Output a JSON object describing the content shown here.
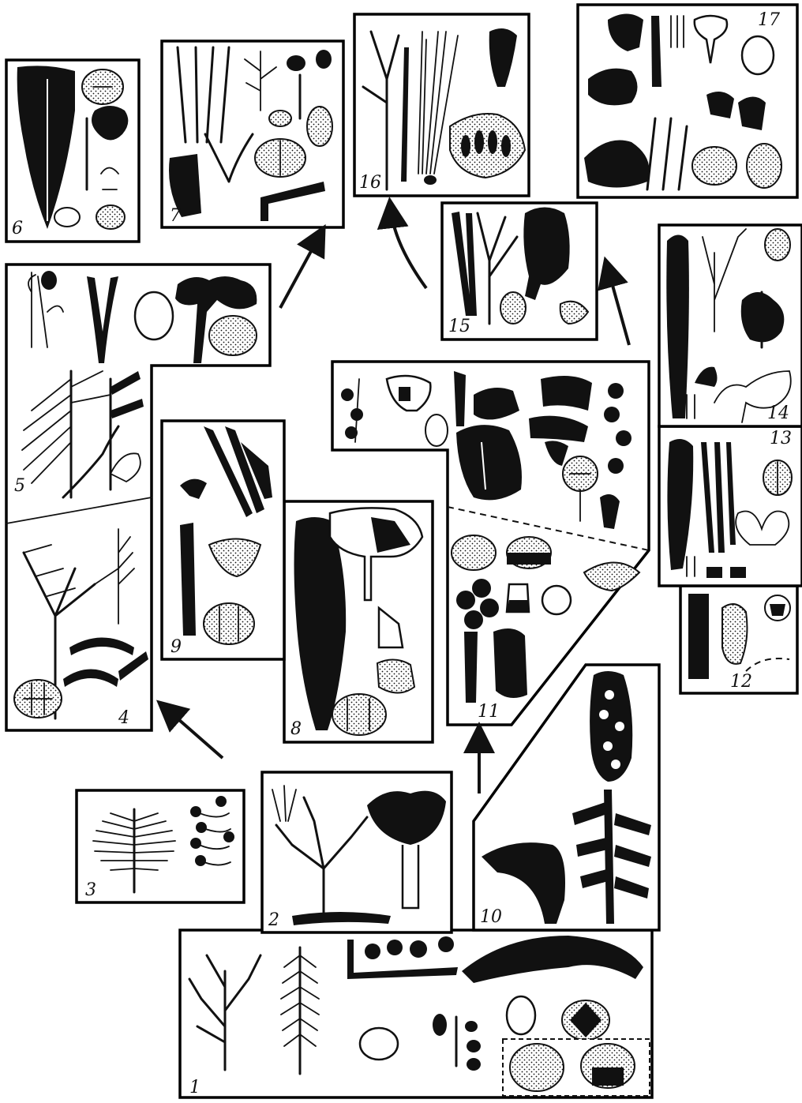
{
  "figure": {
    "panels": [
      {
        "id": "p1",
        "label": "1"
      },
      {
        "id": "p2",
        "label": "2"
      },
      {
        "id": "p3",
        "label": "3"
      },
      {
        "id": "p4",
        "label": "4"
      },
      {
        "id": "p5",
        "label": "5"
      },
      {
        "id": "p6",
        "label": "6"
      },
      {
        "id": "p7",
        "label": "7"
      },
      {
        "id": "p8",
        "label": "8"
      },
      {
        "id": "p9",
        "label": "9"
      },
      {
        "id": "p10",
        "label": "10"
      },
      {
        "id": "p11",
        "label": "11"
      },
      {
        "id": "p12",
        "label": "12"
      },
      {
        "id": "p13",
        "label": "13"
      },
      {
        "id": "p14",
        "label": "14"
      },
      {
        "id": "p15",
        "label": "15"
      },
      {
        "id": "p16",
        "label": "16"
      },
      {
        "id": "p17",
        "label": "17"
      }
    ],
    "arrows": [
      {
        "from": "3",
        "to": "4"
      },
      {
        "from": "5",
        "to": "7"
      },
      {
        "from": "10",
        "to": "11"
      },
      {
        "from": "14",
        "to": "15"
      },
      {
        "from": "15",
        "to": "16"
      }
    ],
    "colors": {
      "ink": "#111111",
      "paper": "#ffffff"
    }
  }
}
